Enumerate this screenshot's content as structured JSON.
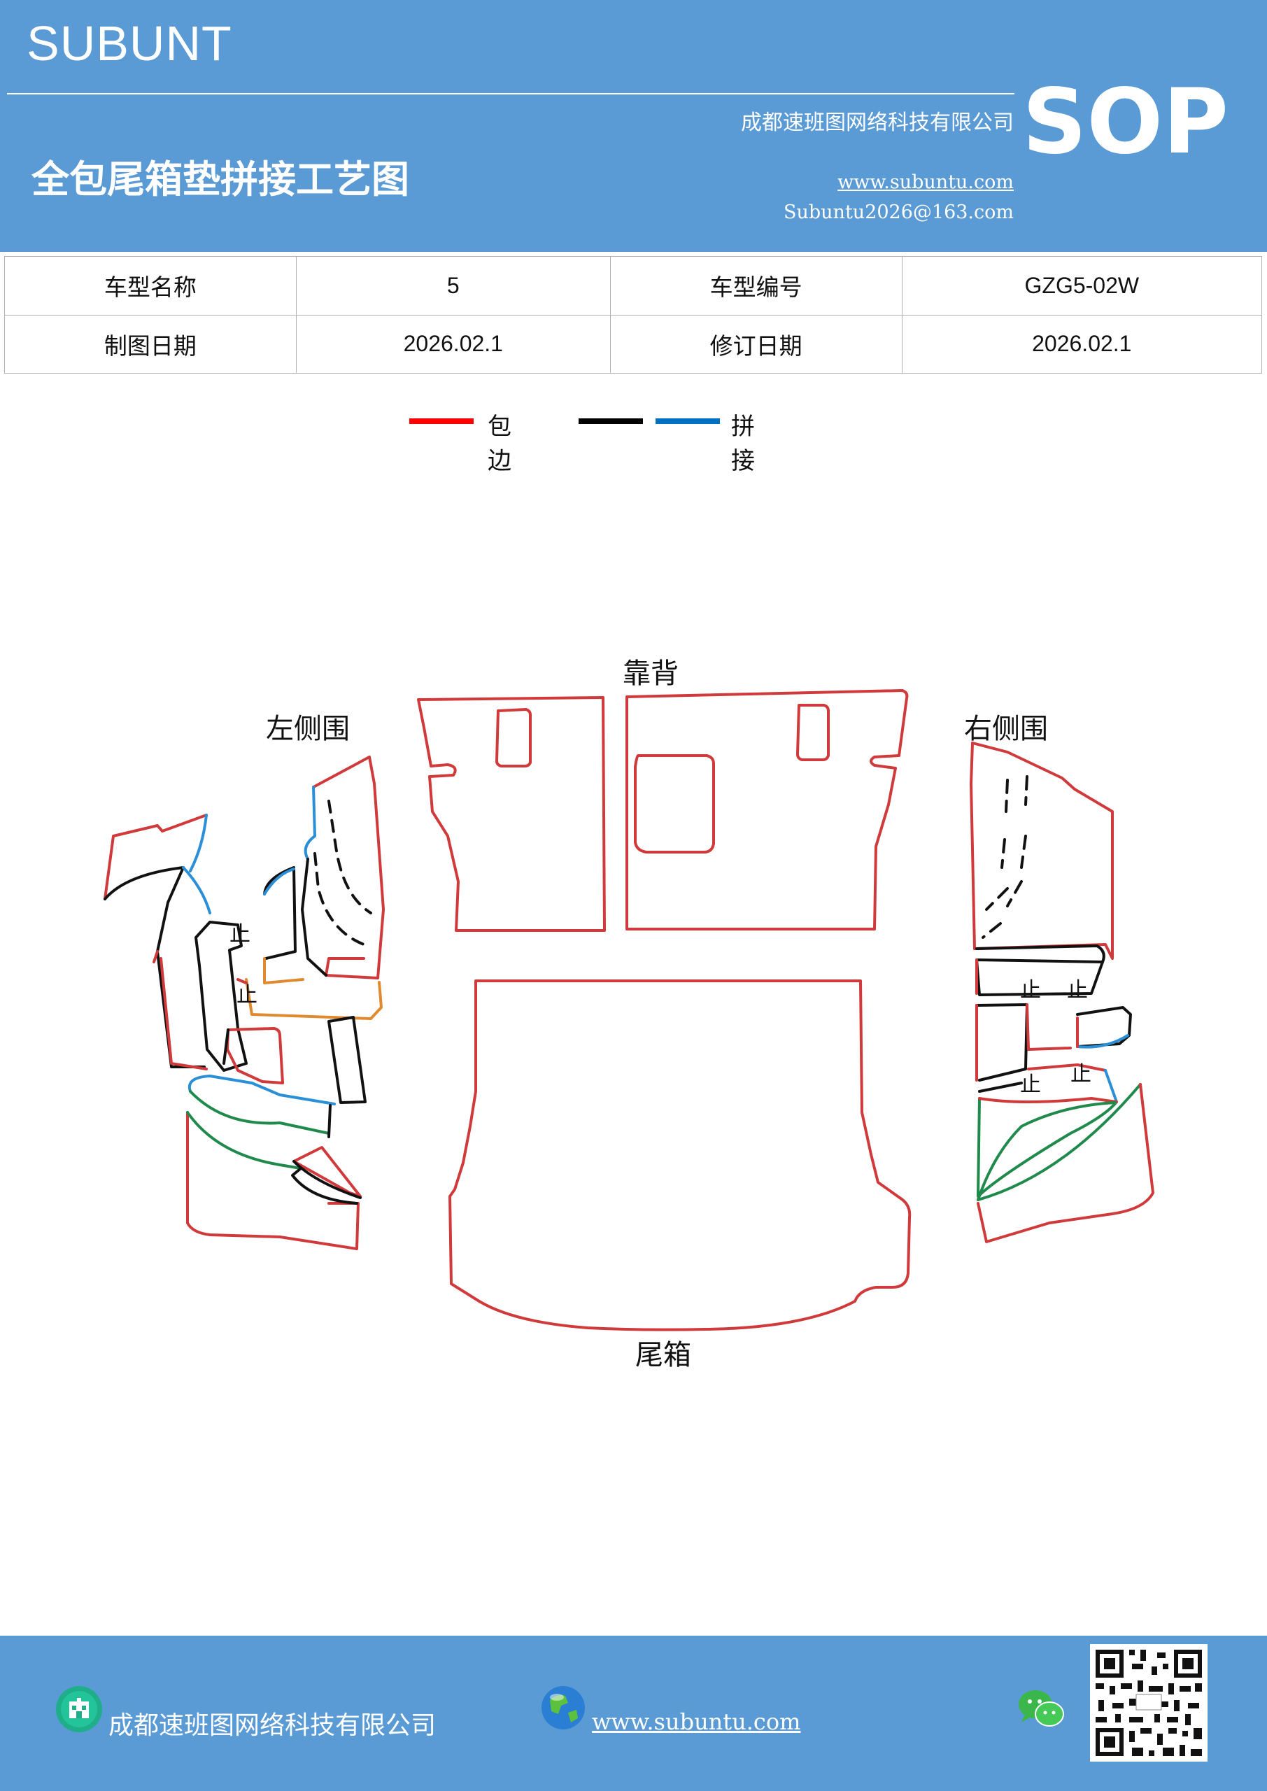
{
  "header": {
    "brand": "SUBUNT",
    "company": "成都速班图网络科技有限公司",
    "title": "全包尾箱垫拼接工艺图",
    "website": "www.subuntu.com",
    "email": "Subuntu2026@163.com",
    "badge": "SOP"
  },
  "info_table": {
    "model_name_label": "车型名称",
    "model_name_value": "5",
    "model_code_label": "车型编号",
    "model_code_value": "GZG5-02W",
    "draw_date_label": "制图日期",
    "draw_date_value": "2026.02.1",
    "revise_date_label": "修订日期",
    "revise_date_value": "2026.02.1"
  },
  "legend": {
    "items": [
      {
        "label": "包边",
        "color": "#ff0000"
      },
      {
        "label": "",
        "color": "#000000"
      },
      {
        "label": "拼接",
        "color": "#0070c0"
      }
    ]
  },
  "diagram": {
    "left_label": "左侧围",
    "back_label": "靠背",
    "right_label": "右侧围",
    "trunk_label": "尾箱",
    "stop_mark": "止",
    "colors": {
      "edge": "#d03a3a",
      "seam_black": "#111111",
      "seam_blue": "#2a8fd6",
      "seam_green": "#1f8a4c",
      "seam_orange": "#e08a30"
    }
  },
  "footer": {
    "company": "成都速班图网络科技有限公司",
    "website": "www.subuntu.com"
  },
  "colors": {
    "brand_blue": "#5b9bd5"
  }
}
